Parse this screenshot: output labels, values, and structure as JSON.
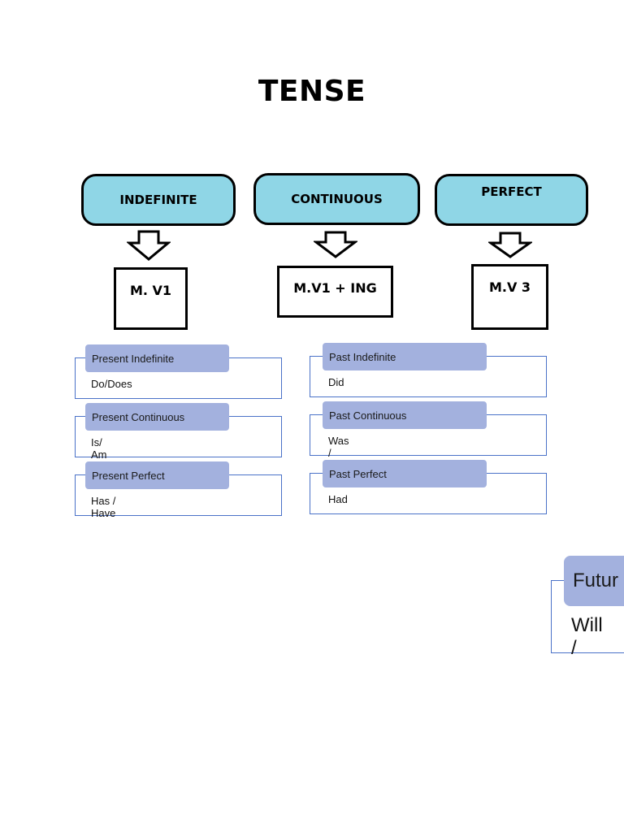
{
  "title": "TENSE",
  "categories": [
    {
      "label": "INDEFINITE",
      "form": "M. V1"
    },
    {
      "label": "CONTINUOUS",
      "form": "M.V1 + ING"
    },
    {
      "label": "PERFECT",
      "form": "M.V 3"
    }
  ],
  "present": [
    {
      "name": "Present Indefinite",
      "aux": "Do/Does"
    },
    {
      "name": "Present Continuous",
      "aux": "Is/ Am /Are"
    },
    {
      "name": "Present Perfect",
      "aux": "Has / Have"
    }
  ],
  "past": [
    {
      "name": "Past Indefinite",
      "aux": "Did"
    },
    {
      "name": "Past Continuous",
      "aux": "Was / Were"
    },
    {
      "name": "Past Perfect",
      "aux": "Had"
    }
  ],
  "future": {
    "name": "Futur",
    "aux": "Will /"
  },
  "colors": {
    "category_fill": "#8fd6e6",
    "tense_header_fill": "#a3b1de",
    "tense_border": "#4a72c8"
  }
}
